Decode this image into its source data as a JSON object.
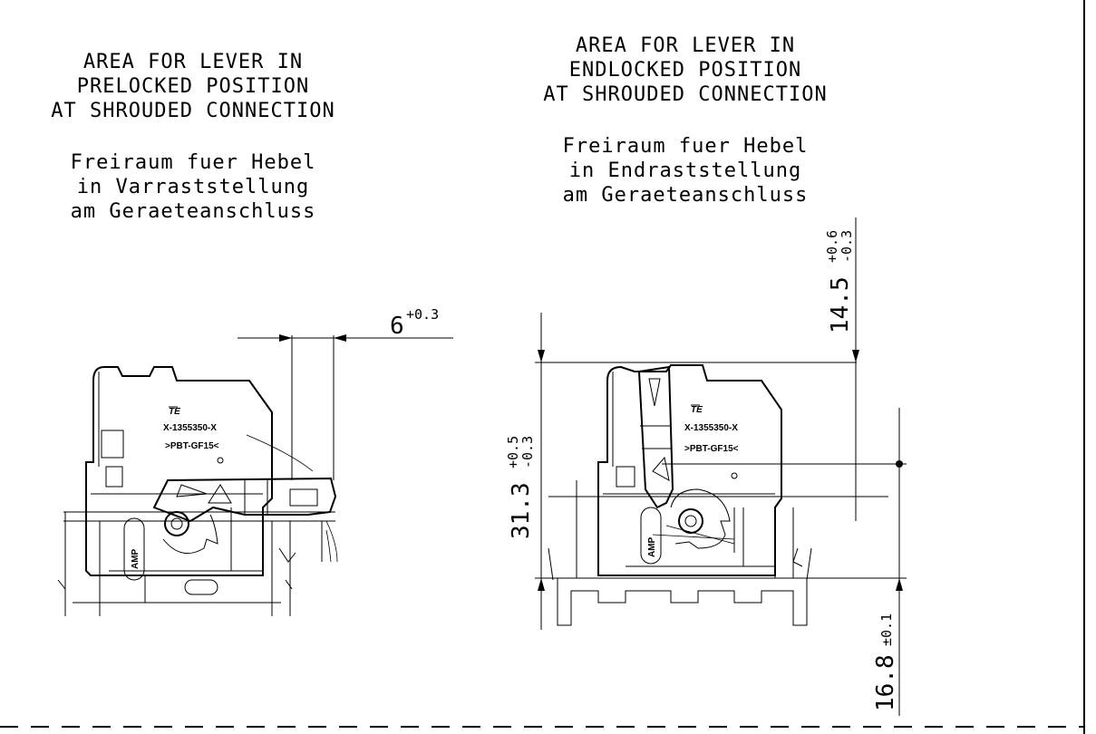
{
  "left_view": {
    "en_note": [
      "AREA FOR LEVER IN",
      "PRELOCKED POSITION",
      "AT SHROUDED CONNECTION"
    ],
    "de_note": [
      "Freiraum fuer Hebel",
      "in Varraststellung",
      "am Geraeteanschluss"
    ],
    "dimension": {
      "value": "6",
      "tolerance": "+0.3"
    },
    "marking": {
      "logo": "TE",
      "part_number": "X-1355350-X",
      "material": ">PBT-GF15<"
    }
  },
  "right_view": {
    "en_note": [
      "AREA FOR LEVER IN",
      "ENDLOCKED POSITION",
      "AT SHROUDED CONNECTION"
    ],
    "de_note": [
      "Freiraum fuer Hebel",
      "in Endraststellung",
      "am Geraeteanschluss"
    ],
    "dimension_height": {
      "value": "31.3",
      "tol_upper": "+0.5",
      "tol_lower": "-0.3"
    },
    "dimension_top": {
      "value": "14.5",
      "tol_upper": "+0.6",
      "tol_lower": "-0.3"
    },
    "dimension_bottom": {
      "value": "16.8",
      "tolerance": "±0.1"
    },
    "marking": {
      "logo": "TE",
      "part_number": "X-1355350-X",
      "material": ">PBT-GF15<"
    }
  },
  "logo_text": "AMP"
}
